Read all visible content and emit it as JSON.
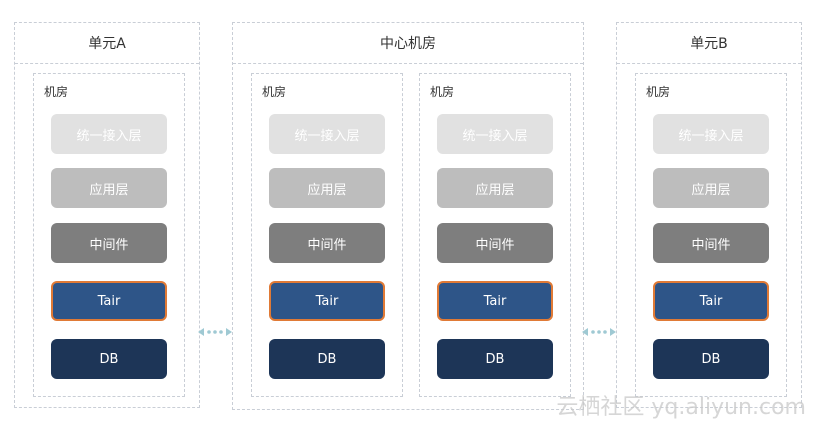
{
  "units": {
    "a": {
      "title": "单元A",
      "rooms": [
        {
          "label": "机房",
          "layers": [
            "统一接入层",
            "应用层",
            "中间件",
            "Tair",
            "DB"
          ]
        }
      ]
    },
    "center": {
      "title": "中心机房",
      "rooms": [
        {
          "label": "机房",
          "layers": [
            "统一接入层",
            "应用层",
            "中间件",
            "Tair",
            "DB"
          ]
        },
        {
          "label": "机房",
          "layers": [
            "统一接入层",
            "应用层",
            "中间件",
            "Tair",
            "DB"
          ]
        }
      ]
    },
    "b": {
      "title": "单元B",
      "rooms": [
        {
          "label": "机房",
          "layers": [
            "统一接入层",
            "应用层",
            "中间件",
            "Tair",
            "DB"
          ]
        }
      ]
    }
  },
  "colors": {
    "access_layer": "#e1e1e1",
    "app_layer": "#bdbdbd",
    "middleware_layer": "#7e7e7e",
    "tair_layer": "#2e5588",
    "tair_border": "#e07a36",
    "db_layer": "#1d3557",
    "connector": "#9fc9d3"
  },
  "watermark": "云栖社区 yq.aliyun.com"
}
